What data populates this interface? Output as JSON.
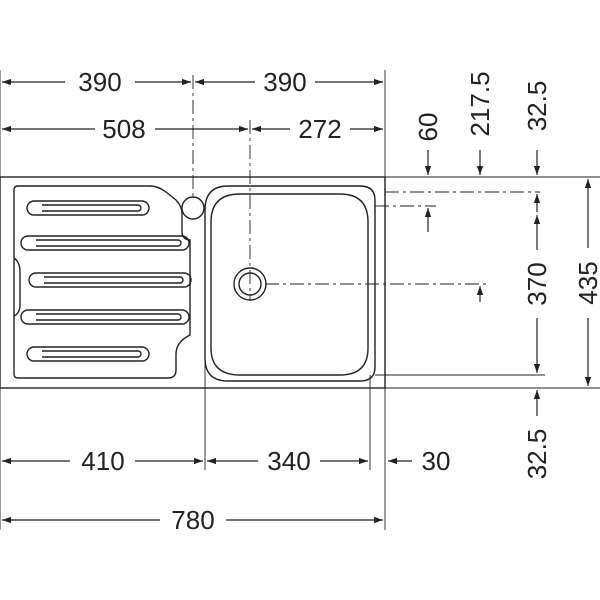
{
  "diagram": {
    "top_dimensions": {
      "row1_left": "390",
      "row1_right": "390",
      "row2_left": "508",
      "row2_right": "272"
    },
    "bottom_dimensions": {
      "drainer_width": "410",
      "bowl_width": "340",
      "rim": "30",
      "overall_width": "780"
    },
    "right_dimensions": {
      "tap_hole_offset": "60",
      "waste_offset": "217.5",
      "top_margin": "32.5",
      "bowl_depth": "370",
      "overall_depth": "435",
      "bottom_margin": "32.5"
    }
  }
}
